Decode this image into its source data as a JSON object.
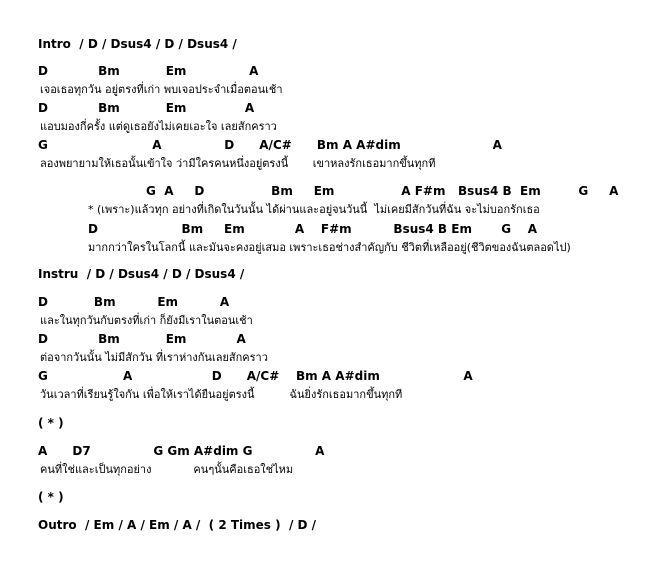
{
  "sections": {
    "intro": "Intro  / D / Dsus4 / D / Dsus4 /",
    "verse1": {
      "c1": "D            Bm           Em               A",
      "l1": "เจอเธอทุกวัน อยู่ตรงที่เก่า พบเจอประจำเมื่อตอนเช้า",
      "c2": "D            Bm           Em              A",
      "l2": "แอบมองกี่ครั้ง แต่ดูเธอยังไม่เคยเอะใจ เลยสักคราว",
      "c3": "G                         A               D      A/C#      Bm A A#dim                      A",
      "l3": "ลองพยายามให้เธอนั้นเข้าใจ ว่ามีใครคนหนึ่งอยู่ตรงนี้       เขาหลงรักเธอมากขึ้นทุกที"
    },
    "chorus": {
      "c1": "G  A     D                Bm     Em                A F#m   Bsus4 B  Em         G     A",
      "l1": "* (เพราะ)แล้วทุก อย่างที่เกิดในวันนั้น ได้ผ่านและอยู่จนวันนี้  ไม่เคยมีสักวันที่ฉัน จะไม่บอกรักเธอ",
      "c2": "D                    Bm     Em            A    F#m          Bsus4 B Em       G    A",
      "l2": "มากกว่าใครในโลกนี้ และมันจะคงอยู่เสมอ เพราะเธอช่างสำคัญกับ ชีวิตที่เหลืออยู่(ชีวิตของฉันตลอดไป)"
    },
    "instru": "Instru  / D / Dsus4 / D / Dsus4 /",
    "verse2": {
      "c1": "D           Bm          Em          A",
      "l1": "และในทุกวันกับตรงที่เก่า ก็ยังมีเราในตอนเช้า",
      "c2": "D            Bm           Em            A",
      "l2": "ต่อจากวันนั้น ไม่มีสักวัน ที่เราห่างกันเลยสักคราว",
      "c3": "G                  A                   D      A/C#    Bm A A#dim                    A",
      "l3": "วันเวลาที่เรียนรู้ใจกัน เพื่อให้เราได้ยืนอยู่ตรงนี้          ฉันยิ่งรักเธอมากขึ้นทุกที"
    },
    "star1": "( * )",
    "bridge": {
      "c1": "A      D7               G Gm A#dim G               A",
      "l1": "คนที่ใช่และเป็นทุกอย่าง            คนๆนั้นคือเธอใช่ไหม"
    },
    "star2": "( * )",
    "outro": "Outro  / Em / A / Em / A /  ( 2 Times )  / D /"
  }
}
